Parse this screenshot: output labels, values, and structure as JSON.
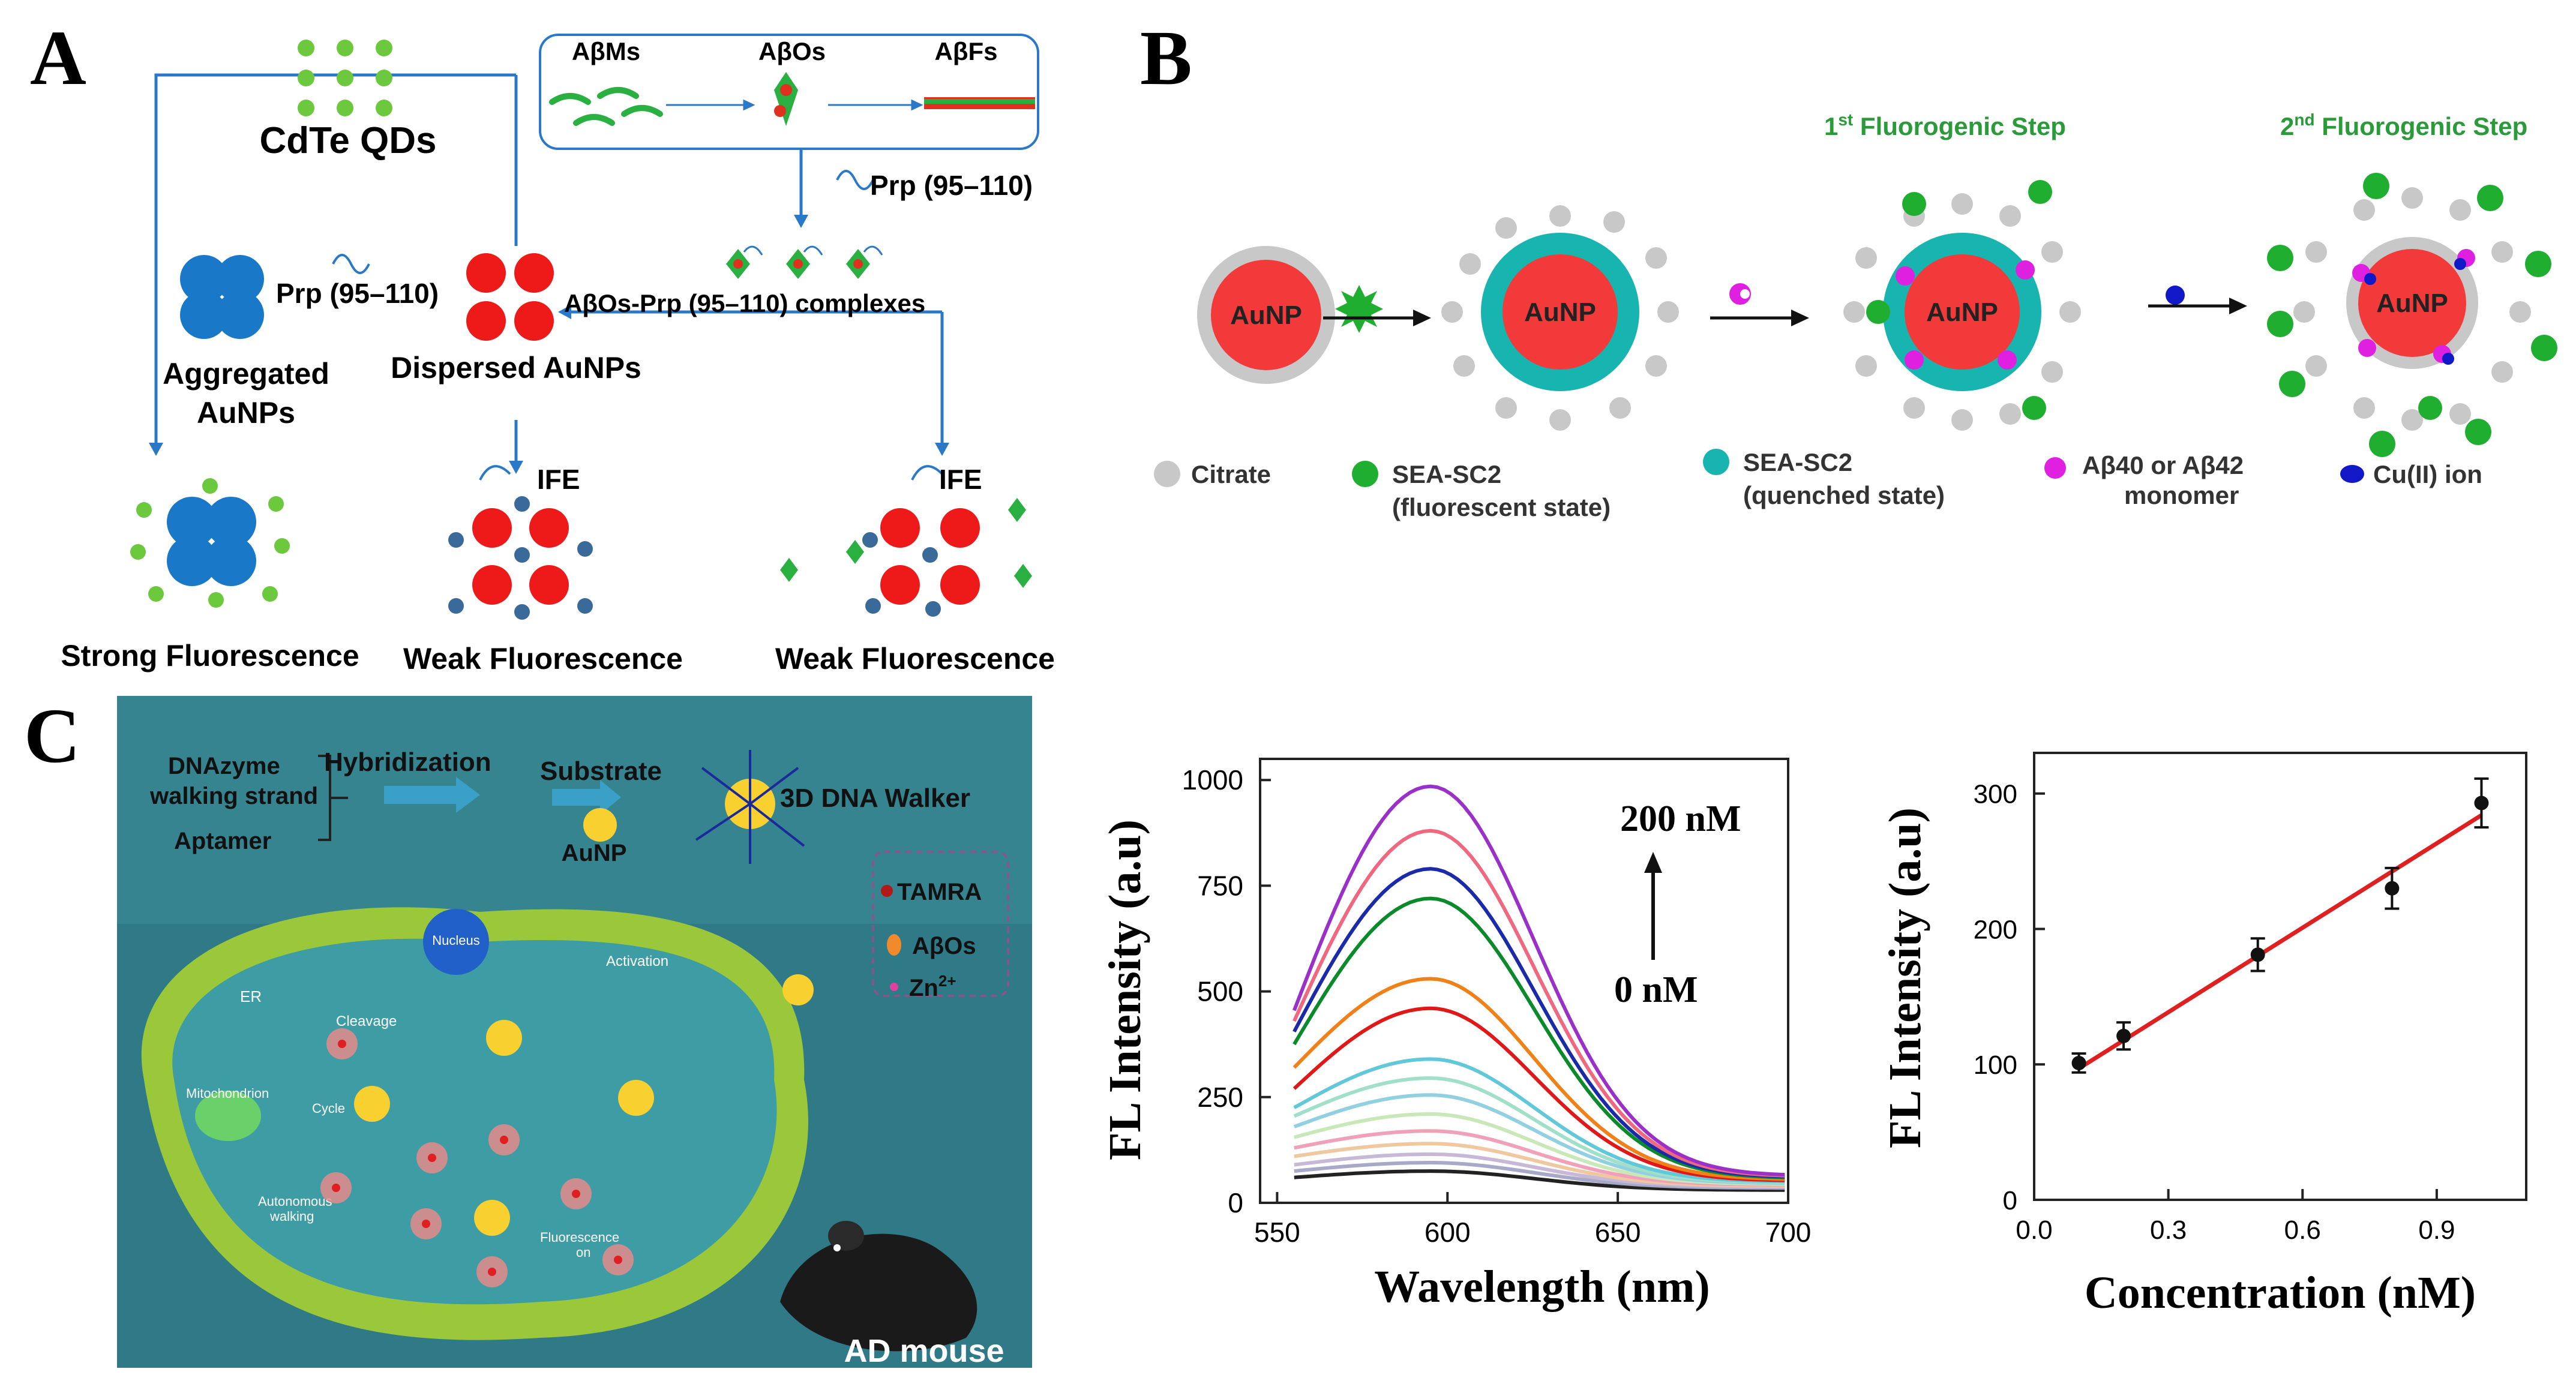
{
  "panel_labels": {
    "a": "A",
    "b": "B",
    "c": "C"
  },
  "panel_a": {
    "cdte": "CdTe QDs",
    "abms": "AβMs",
    "abos": "AβOs",
    "abfs": "AβFs",
    "prp_top": "Prp (95–110)",
    "prp_left": "Prp (95–110)",
    "complexes": "AβOs-Prp (95–110) complexes",
    "aggregated_1": "Aggregated",
    "aggregated_2": "AuNPs",
    "dispersed": "Dispersed AuNPs",
    "ife_1": "IFE",
    "ife_2": "IFE",
    "strong": "Strong Fluorescence",
    "weak_1": "Weak Fluorescence",
    "weak_2": "Weak Fluorescence"
  },
  "panel_b": {
    "step1_sup": "st",
    "step1_num": "1",
    "step1_text": " Fluorogenic Step",
    "step2_sup": "nd",
    "step2_num": "2",
    "step2_text": " Fluorogenic Step",
    "aunp": "AuNP",
    "legend_citrate": "Citrate",
    "legend_sea_1": "SEA-SC2",
    "legend_sea_1b": "(fluorescent state)",
    "legend_sea_2": "SEA-SC2",
    "legend_sea_2b": "(quenched state)",
    "legend_ab_1": "Aβ40 or Aβ42",
    "legend_ab_2": "monomer",
    "legend_cu": "Cu(II) ion",
    "colors": {
      "gold_core": "#f23a3a",
      "citrate": "#c8c8c8",
      "sea_fluor": "#1fae2f",
      "sea_quench": "#17b4b0",
      "ab": "#e020e0",
      "cu": "#1018c8",
      "step_title": "#2a9a3a"
    }
  },
  "panel_c": {
    "dnazyme_1": "DNAzyme",
    "dnazyme_2": "walking strand",
    "aptamer": "Aptamer",
    "hybridization": "Hybridization",
    "substrate": "Substrate",
    "aunp": "AuNP",
    "walker": "3D DNA Walker",
    "legend_tamra": "TAMRA",
    "legend_abos": "AβOs",
    "legend_zn": "Zn",
    "legend_zn_sup": "2+",
    "nucleus": "Nucleus",
    "er": "ER",
    "cleavage": "Cleavage",
    "activation": "Activation",
    "mitochondrion": "Mitochondrion",
    "cycle": "Cycle",
    "autonomous_1": "Autonomous",
    "autonomous_2": "walking",
    "fluorescence_1": "Fluorescence",
    "fluorescence_2": "on",
    "ad_mouse": "AD mouse"
  },
  "chart_data": [
    {
      "type": "line",
      "xlabel": "Wavelength (nm)",
      "ylabel": "FL Intensity (a.u)",
      "xlim": [
        545,
        700
      ],
      "ylim": [
        0,
        1050
      ],
      "xticks": [
        550,
        600,
        650,
        700
      ],
      "yticks": [
        0,
        250,
        500,
        750,
        1000
      ],
      "annotation_top": "200 nM",
      "annotation_bottom": "0 nM",
      "peak_wavelength": 595,
      "series": [
        {
          "peak": 75,
          "start": 60,
          "end": 30,
          "color": "#222222"
        },
        {
          "peak": 95,
          "start": 75,
          "end": 35,
          "color": "#a8a8c8"
        },
        {
          "peak": 115,
          "start": 90,
          "end": 38,
          "color": "#c8b8d8"
        },
        {
          "peak": 140,
          "start": 110,
          "end": 40,
          "color": "#f0c8a0"
        },
        {
          "peak": 170,
          "start": 130,
          "end": 42,
          "color": "#f0a0b8"
        },
        {
          "peak": 210,
          "start": 155,
          "end": 44,
          "color": "#c8e8b8"
        },
        {
          "peak": 255,
          "start": 180,
          "end": 46,
          "color": "#90d0e0"
        },
        {
          "peak": 295,
          "start": 205,
          "end": 48,
          "color": "#a0e0c8"
        },
        {
          "peak": 340,
          "start": 225,
          "end": 50,
          "color": "#60c8d8"
        },
        {
          "peak": 460,
          "start": 270,
          "end": 52,
          "color": "#e01818"
        },
        {
          "peak": 530,
          "start": 320,
          "end": 55,
          "color": "#f08018"
        },
        {
          "peak": 720,
          "start": 375,
          "end": 58,
          "color": "#0a8a2a"
        },
        {
          "peak": 790,
          "start": 405,
          "end": 60,
          "color": "#1a2aa8"
        },
        {
          "peak": 880,
          "start": 430,
          "end": 62,
          "color": "#f06880"
        },
        {
          "peak": 985,
          "start": 455,
          "end": 64,
          "color": "#9a30c8"
        }
      ]
    },
    {
      "type": "scatter",
      "xlabel": "Concentration (nM)",
      "ylabel": "FL Intensity (a.u)",
      "xlim": [
        0,
        1.1
      ],
      "ylim": [
        0,
        330
      ],
      "xticks": [
        0.0,
        0.3,
        0.6,
        0.9
      ],
      "xtick_labels": [
        "0.0",
        "0.3",
        "0.6",
        "0.9"
      ],
      "yticks": [
        0,
        100,
        200,
        300
      ],
      "x": [
        0.1,
        0.2,
        0.5,
        0.8,
        1.0
      ],
      "y": [
        101,
        121,
        181,
        230,
        293
      ],
      "err": [
        7,
        10,
        12,
        15,
        18
      ],
      "fit": {
        "x": [
          0.1,
          1.0
        ],
        "y": [
          97,
          284
        ],
        "color": "#e02020"
      }
    }
  ]
}
